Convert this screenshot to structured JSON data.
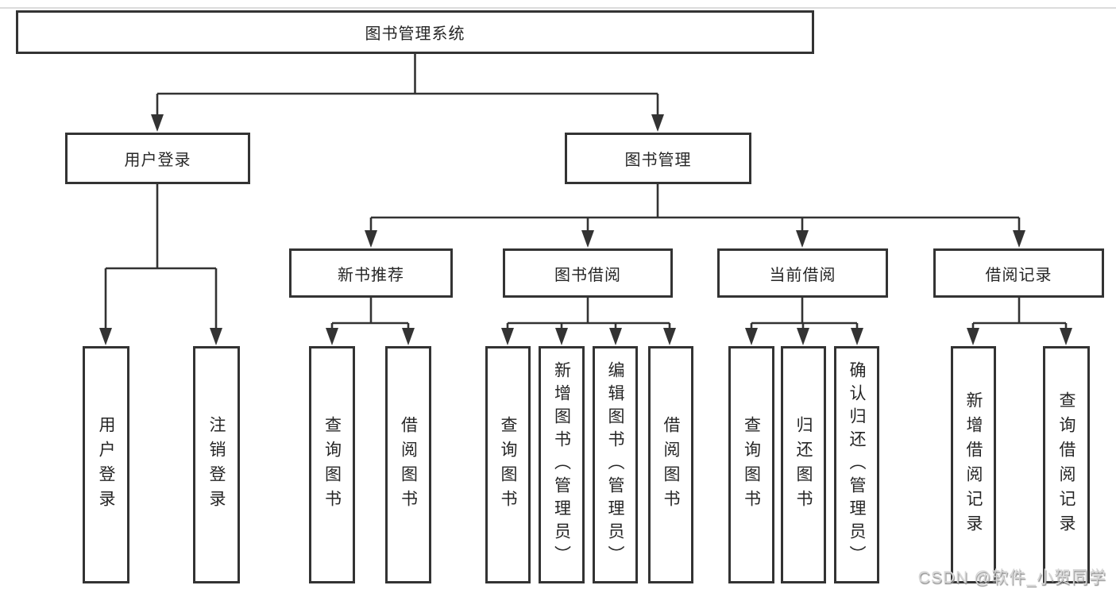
{
  "colors": {
    "line": "#333333",
    "box_background": "#ffffff",
    "text": "#262626",
    "watermark": "#d6d6d6"
  },
  "watermark": {
    "text": "CSDN @软件_小贺同学"
  },
  "tree": {
    "root": {
      "label": "图书管理系统"
    },
    "branches": [
      {
        "label": "用户登录",
        "children": [
          {
            "label": "用户登录"
          },
          {
            "label": "注销登录"
          }
        ]
      },
      {
        "label": "图书管理",
        "children": [
          {
            "label": "新书推荐",
            "children": [
              {
                "label": "查询图书"
              },
              {
                "label": "借阅图书"
              }
            ]
          },
          {
            "label": "图书借阅",
            "children": [
              {
                "label": "查询图书"
              },
              {
                "label": "新增图书（管理员）"
              },
              {
                "label": "编辑图书（管理员）"
              },
              {
                "label": "借阅图书"
              }
            ]
          },
          {
            "label": "当前借阅",
            "children": [
              {
                "label": "查询图书"
              },
              {
                "label": "归还图书"
              },
              {
                "label": "确认归还（管理员）"
              }
            ]
          },
          {
            "label": "借阅记录",
            "children": [
              {
                "label": "新增借阅记录"
              },
              {
                "label": "查询借阅记录"
              }
            ]
          }
        ]
      }
    ]
  }
}
